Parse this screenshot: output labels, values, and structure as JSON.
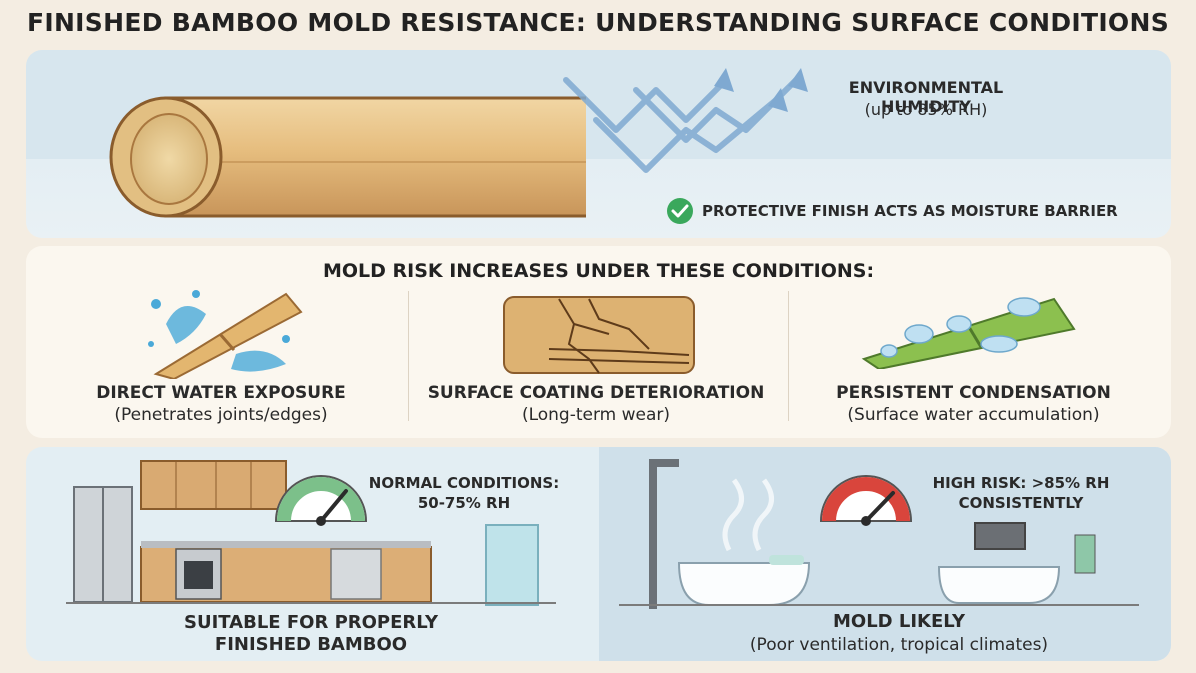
{
  "title": "FINISHED BAMBOO MOLD RESISTANCE: UNDERSTANDING SURFACE CONDITIONS",
  "top": {
    "humidity_title": "ENVIRONMENTAL HUMIDITY",
    "humidity_sub": "(up to 85% RH)",
    "barrier_text": "PROTECTIVE FINISH ACTS AS MOISTURE BARRIER",
    "barrier_icon": "check-circle-icon"
  },
  "risk": {
    "heading": "MOLD RISK INCREASES UNDER THESE CONDITIONS:",
    "conditions": [
      {
        "title": "DIRECT WATER EXPOSURE",
        "sub": "(Penetrates joints/edges)",
        "icon": "water-splash-bamboo-icon"
      },
      {
        "title": "SURFACE COATING DETERIORATION",
        "sub": "(Long-term wear)",
        "icon": "cracked-bamboo-icon"
      },
      {
        "title": "PERSISTENT CONDENSATION",
        "sub": "(Surface water accumulation)",
        "icon": "condensation-bamboo-icon"
      }
    ]
  },
  "normal": {
    "label_line1": "NORMAL CONDITIONS:",
    "label_line2": "50-75% RH",
    "suitable_line1": "SUITABLE FOR PROPERLY",
    "suitable_line2": "FINISHED BAMBOO",
    "gauge_color": "#7cc08a"
  },
  "high": {
    "label_line1": "HIGH RISK: >85% RH",
    "label_line2": "CONSISTENTLY",
    "likely": "MOLD LIKELY",
    "likely_sub": "(Poor ventilation, tropical climates)",
    "gauge_color": "#d9453c"
  }
}
